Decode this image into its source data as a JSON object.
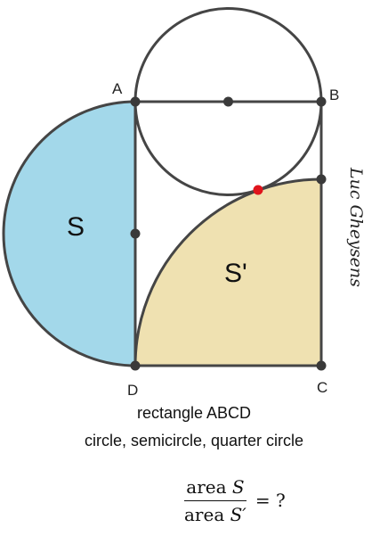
{
  "diagram": {
    "vertices": {
      "A": "A",
      "B": "B",
      "C": "C",
      "D": "D"
    },
    "regions": {
      "S": "S",
      "S_prime": "S'"
    },
    "colors": {
      "semicircle_fill": "#a3d8ea",
      "quarter_circle_fill": "#efe1b1",
      "stroke": "#454545",
      "point": "#3a3a3a",
      "tangent_point": "#e0141c"
    }
  },
  "signature": "Luc Gheysens",
  "caption": {
    "line1": "rectangle ABCD",
    "line2": "circle, semicircle, quarter circle"
  },
  "question": {
    "numerator_word": "area",
    "numerator_var": "S",
    "denominator_word": "area",
    "denominator_var": "S′",
    "rhs": "= ?"
  }
}
